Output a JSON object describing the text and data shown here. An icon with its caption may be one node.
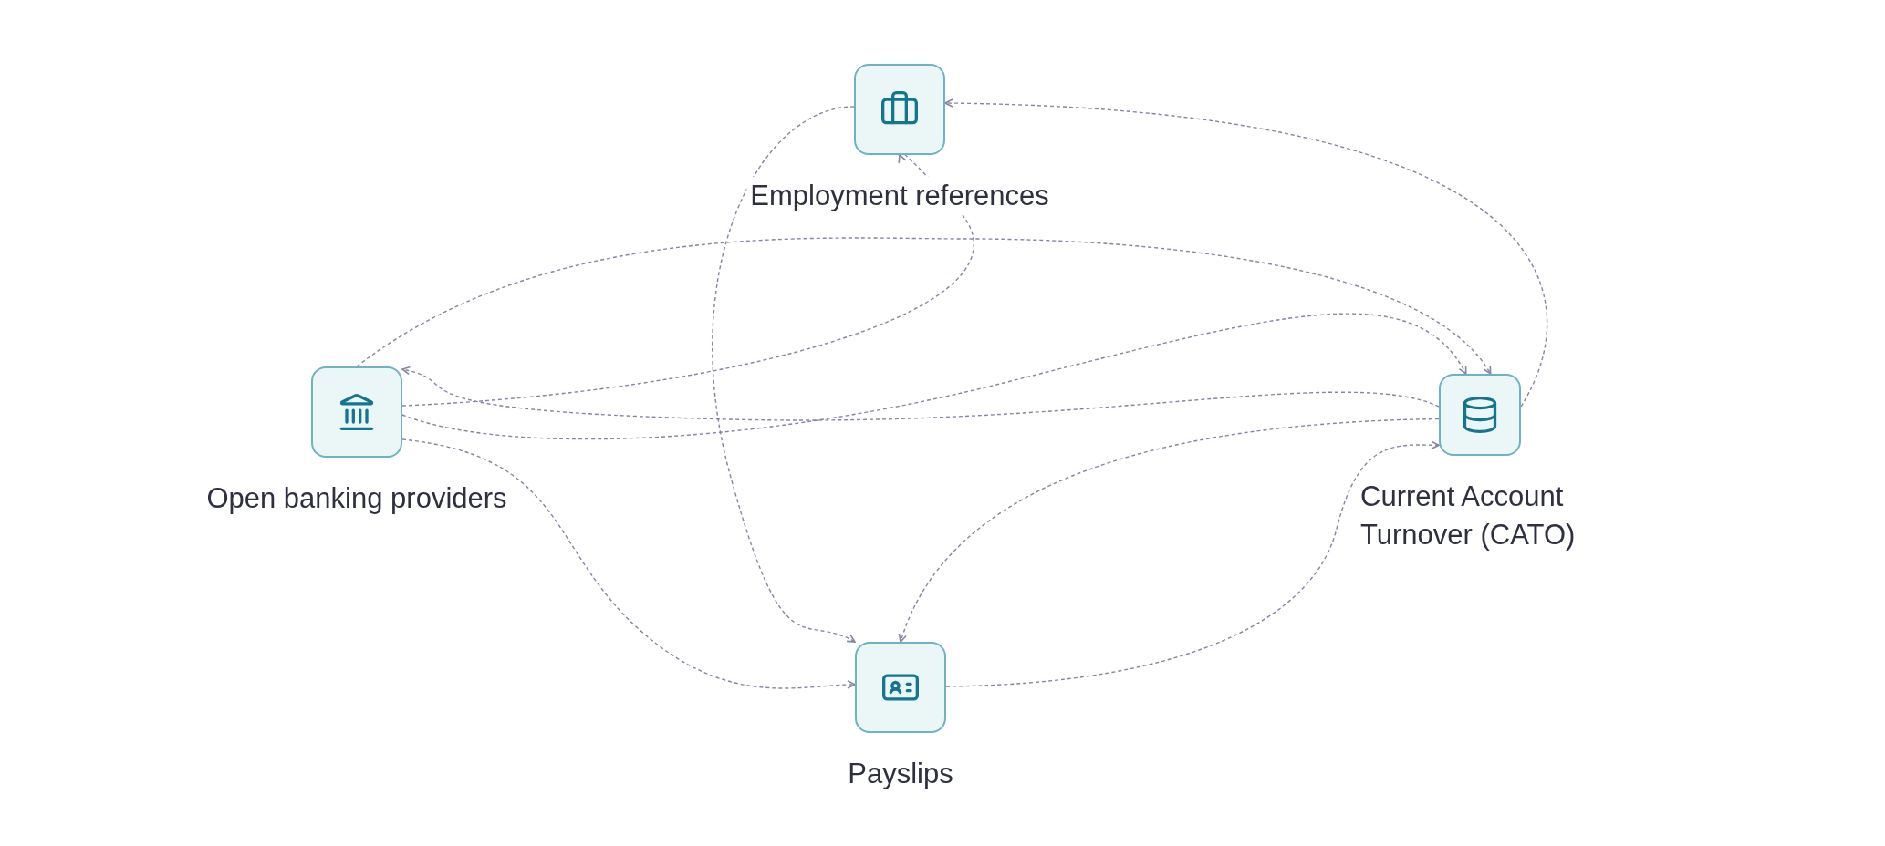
{
  "diagram": {
    "nodes": [
      {
        "text": [
          "Employment references"
        ]
      },
      {
        "text": [
          "Open banking providers"
        ]
      },
      {
        "text": [
          "Current Account Turnover (CATO)"
        ]
      },
      {
        "text": [
          "Payslips"
        ]
      }
    ],
    "edges": [
      {
        "from": 0,
        "to": 3,
        "arrow": "to"
      },
      {
        "from": 2,
        "to": 0,
        "arrow": "to"
      },
      {
        "from": 1,
        "to": 2,
        "arrow": "to"
      },
      {
        "from": 1,
        "to": 0,
        "arrow": "to"
      },
      {
        "from": 2,
        "to": 1,
        "arrow": "to"
      },
      {
        "from": 1,
        "to": 2,
        "arrow": "to"
      },
      {
        "from": 2,
        "to": 3,
        "arrow": "to"
      },
      {
        "from": 1,
        "to": 3,
        "arrow": "to"
      },
      {
        "from": 3,
        "to": 2,
        "arrow": "to"
      }
    ]
  }
}
